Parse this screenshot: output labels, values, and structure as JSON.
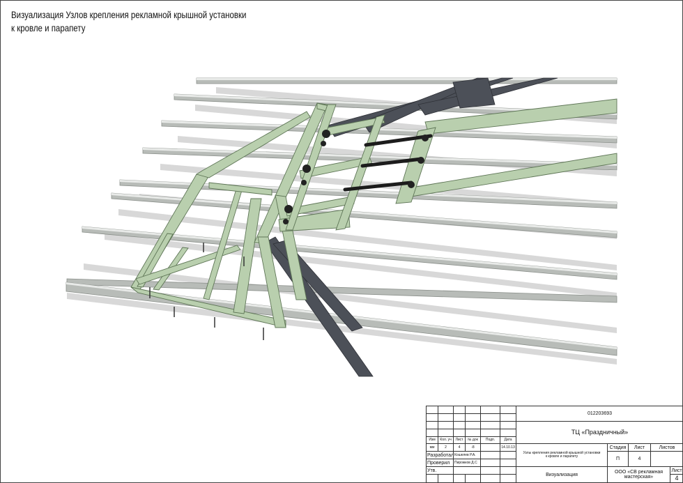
{
  "title": {
    "line1": "Визуализация Узлов крепления рекламной крышной установки",
    "line2": "к кровле и парапету"
  },
  "stamp": {
    "code": "012203693",
    "project": "ТЦ «Праздничный»",
    "headers": {
      "izm": "Изм",
      "kol": "Кол. уч",
      "list": "Лист",
      "ndok": "№ док",
      "podp": "Подп.",
      "data": "Дата"
    },
    "change_row": {
      "izm": "мм",
      "kol": "2",
      "list": "4",
      "ndok": "-8",
      "podp": "",
      "data": "14.10.13"
    },
    "roles": [
      {
        "role": "Разработал",
        "name": "Кошелев Р.А."
      },
      {
        "role": "Проверил",
        "name": "Пирожков Д.С"
      },
      {
        "role": "Утв.",
        "name": ""
      }
    ],
    "description_line1": "Узлы крепления рекламной крышной установки",
    "description_line2": "к кровле и парапету",
    "stage_label": "Стадия",
    "sheet_label": "Лист",
    "sheets_label": "Листов",
    "stage": "П",
    "sheet": "4",
    "sheets": "",
    "sheet_name": "Визуализация",
    "company": "ООО «СВ рекламная мастерская»",
    "corner_label": "Лист",
    "corner_value": "4"
  }
}
